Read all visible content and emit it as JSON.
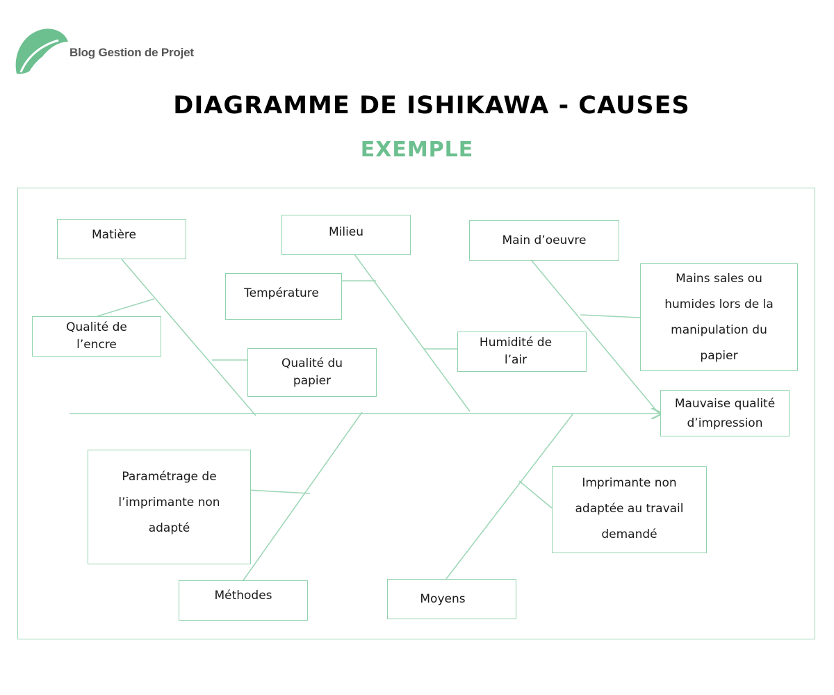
{
  "brand": {
    "name": "Blog Gestion de Projet"
  },
  "title": "DIAGRAMME DE ISHIKAWA - CAUSES",
  "subtitle": "EXEMPLE",
  "colors": {
    "accent": "#6cbf8f",
    "line": "#9ed7b7",
    "title": "#000000"
  },
  "diagram": {
    "effect": "Mauvaise qualité d’impression",
    "categories": {
      "matiere": "Matière",
      "milieu": "Milieu",
      "main_oeuvre": "Main d’oeuvre",
      "methodes": "Méthodes",
      "moyens": "Moyens"
    },
    "causes": {
      "qualite_encre": "Qualité de l’encre",
      "qualite_papier": "Qualité du papier",
      "temperature": "Température",
      "humidite_air": "Humidité de l’air",
      "mains_sales": "Mains sales ou humides lors de la manipulation du papier",
      "parametrage": "Paramétrage de l’imprimante non adapté",
      "imprimante_non_adaptee": "Imprimante non adaptée au travail demandé"
    }
  }
}
